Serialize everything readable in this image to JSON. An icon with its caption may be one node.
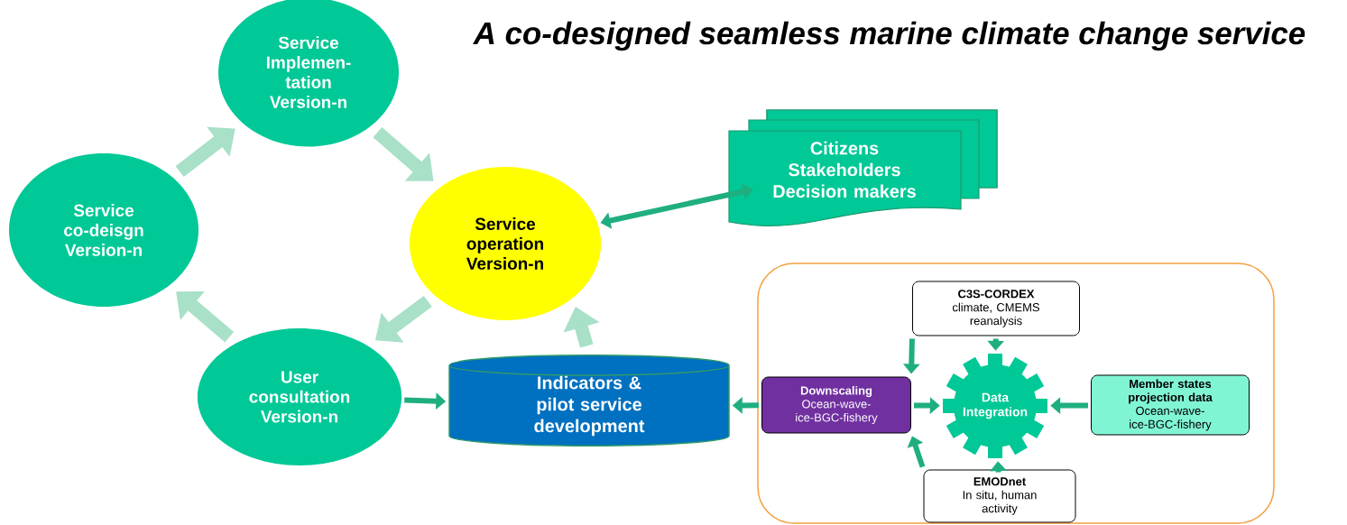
{
  "diagram": {
    "title": "A co-designed seamless marine climate change service",
    "nodes": [
      {
        "text": [
          "Service Implemen-tation Version-n"
        ]
      },
      {
        "text": [
          "Service co-deisgn Version-n"
        ]
      },
      {
        "text": [
          "Service operation Version-n"
        ]
      },
      {
        "text": [
          "User consultation Version-n"
        ]
      },
      {
        "text": [
          "Indicators & pilot service development"
        ]
      },
      {
        "text": [
          "Citizens Stakeholders Decision makers"
        ]
      },
      {
        "text": [],
        "shape": "box"
      },
      {
        "text": [
          "C3S-CORDEX",
          "climate,  CMEMS reanalysis"
        ],
        "in": 6
      },
      {
        "text": [
          "Downscaling",
          "Ocean-wave-ice-BGC-fishery"
        ],
        "in": 6
      },
      {
        "text": [
          "Data Integration"
        ],
        "in": 6
      },
      {
        "text": [
          "Member states projection data",
          "Ocean-wave-ice-BGC-fishery"
        ],
        "in": 6
      },
      {
        "text": [
          "EMODnet",
          "In situ, human activity"
        ],
        "in": 6
      }
    ],
    "edges": [
      {
        "from": 1,
        "to": 0,
        "arrow": "to",
        "style": "thick",
        "color": "#a8e0c8"
      },
      {
        "from": 0,
        "to": 2,
        "arrow": "to",
        "style": "thick",
        "color": "#a8e0c8"
      },
      {
        "from": 2,
        "to": 3,
        "arrow": "to",
        "style": "thick",
        "color": "#a8e0c8"
      },
      {
        "from": 3,
        "to": 1,
        "arrow": "to",
        "style": "thick",
        "color": "#a8e0c8"
      },
      {
        "from": 4,
        "to": 2,
        "arrow": "to",
        "style": "thick",
        "color": "#a8e0c8"
      },
      {
        "from": 3,
        "to": 4,
        "arrow": "to"
      },
      {
        "from": 2,
        "to": 5,
        "arrow": "both"
      },
      {
        "from": 8,
        "to": 4,
        "arrow": "to"
      },
      {
        "from": 7,
        "to": 8,
        "arrow": "to"
      },
      {
        "from": 7,
        "to": 9,
        "arrow": "to"
      },
      {
        "from": 8,
        "to": 9,
        "arrow": "to"
      },
      {
        "from": 10,
        "to": 9,
        "arrow": "to"
      },
      {
        "from": 11,
        "to": 9,
        "arrow": "to"
      },
      {
        "from": 11,
        "to": 8,
        "arrow": "to"
      }
    ]
  }
}
